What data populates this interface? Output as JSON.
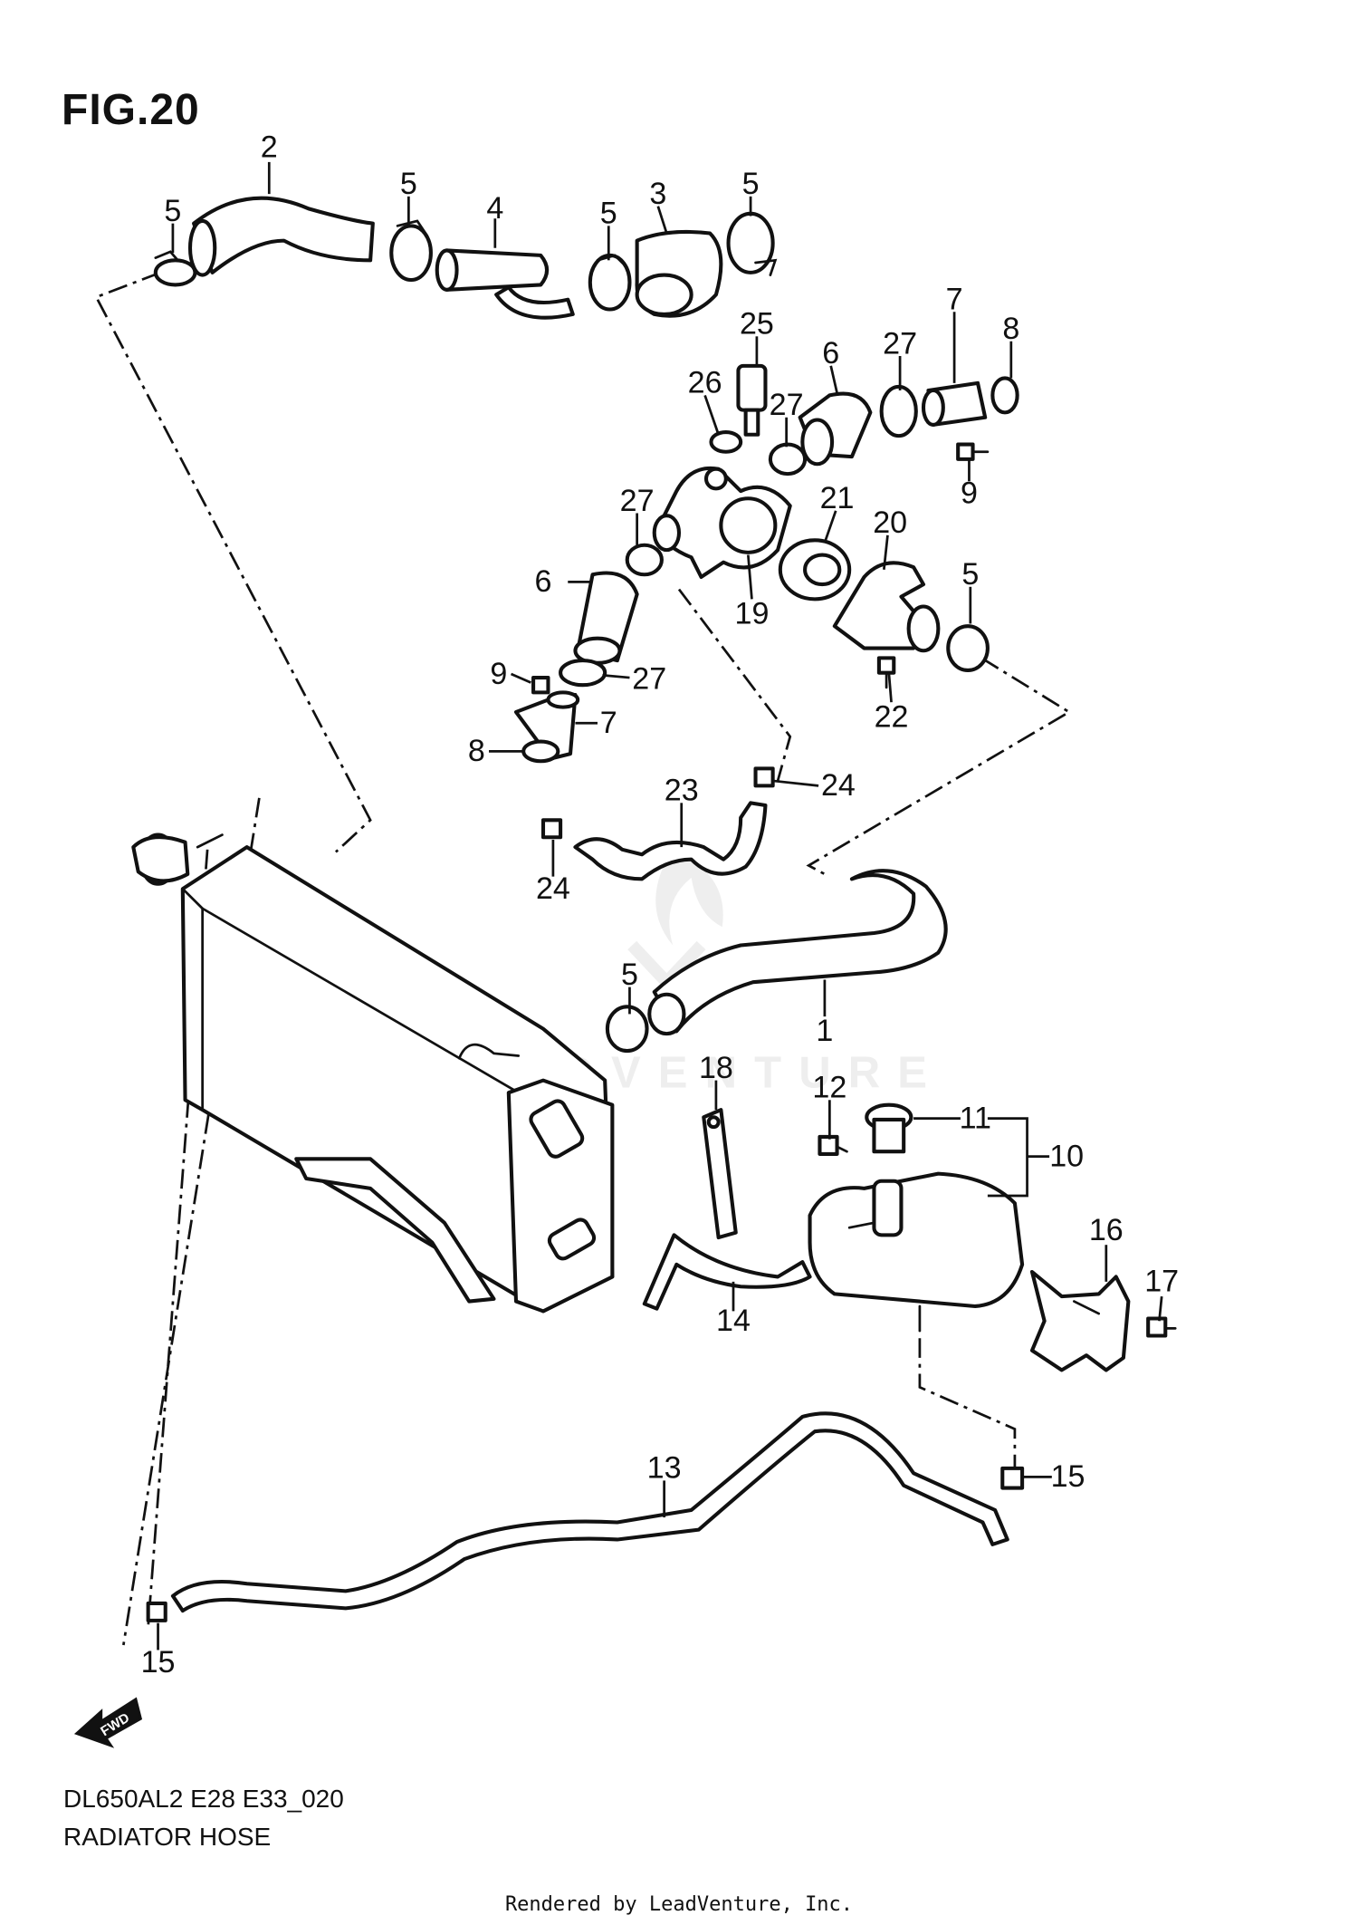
{
  "figure": {
    "title": "FIG.20",
    "model_code": "DL650AL2 E28 E33_020",
    "name": "RADIATOR HOSE",
    "rendered_by": "Rendered by LeadVenture, Inc.",
    "watermark": "LEADVENTURE"
  },
  "fwd_arrow": {
    "label": "FWD"
  },
  "callouts": [
    {
      "id": "c-1",
      "text": "1"
    },
    {
      "id": "c-2",
      "text": "2"
    },
    {
      "id": "c-3",
      "text": "3"
    },
    {
      "id": "c-4",
      "text": "4"
    },
    {
      "id": "c-5a",
      "text": "5"
    },
    {
      "id": "c-5b",
      "text": "5"
    },
    {
      "id": "c-5c",
      "text": "5"
    },
    {
      "id": "c-5d",
      "text": "5"
    },
    {
      "id": "c-5e",
      "text": "5"
    },
    {
      "id": "c-5f",
      "text": "5"
    },
    {
      "id": "c-6a",
      "text": "6"
    },
    {
      "id": "c-6b",
      "text": "6"
    },
    {
      "id": "c-7a",
      "text": "7"
    },
    {
      "id": "c-7b",
      "text": "7"
    },
    {
      "id": "c-8a",
      "text": "8"
    },
    {
      "id": "c-8b",
      "text": "8"
    },
    {
      "id": "c-9a",
      "text": "9"
    },
    {
      "id": "c-9b",
      "text": "9"
    },
    {
      "id": "c-10",
      "text": "10"
    },
    {
      "id": "c-11",
      "text": "11"
    },
    {
      "id": "c-12",
      "text": "12"
    },
    {
      "id": "c-13",
      "text": "13"
    },
    {
      "id": "c-14",
      "text": "14"
    },
    {
      "id": "c-15a",
      "text": "15"
    },
    {
      "id": "c-15b",
      "text": "15"
    },
    {
      "id": "c-16",
      "text": "16"
    },
    {
      "id": "c-17",
      "text": "17"
    },
    {
      "id": "c-18",
      "text": "18"
    },
    {
      "id": "c-19",
      "text": "19"
    },
    {
      "id": "c-20",
      "text": "20"
    },
    {
      "id": "c-21",
      "text": "21"
    },
    {
      "id": "c-22",
      "text": "22"
    },
    {
      "id": "c-23",
      "text": "23"
    },
    {
      "id": "c-24a",
      "text": "24"
    },
    {
      "id": "c-24b",
      "text": "24"
    },
    {
      "id": "c-25",
      "text": "25"
    },
    {
      "id": "c-26",
      "text": "26"
    },
    {
      "id": "c-27a",
      "text": "27"
    },
    {
      "id": "c-27b",
      "text": "27"
    },
    {
      "id": "c-27c",
      "text": "27"
    },
    {
      "id": "c-27d",
      "text": "27"
    }
  ]
}
